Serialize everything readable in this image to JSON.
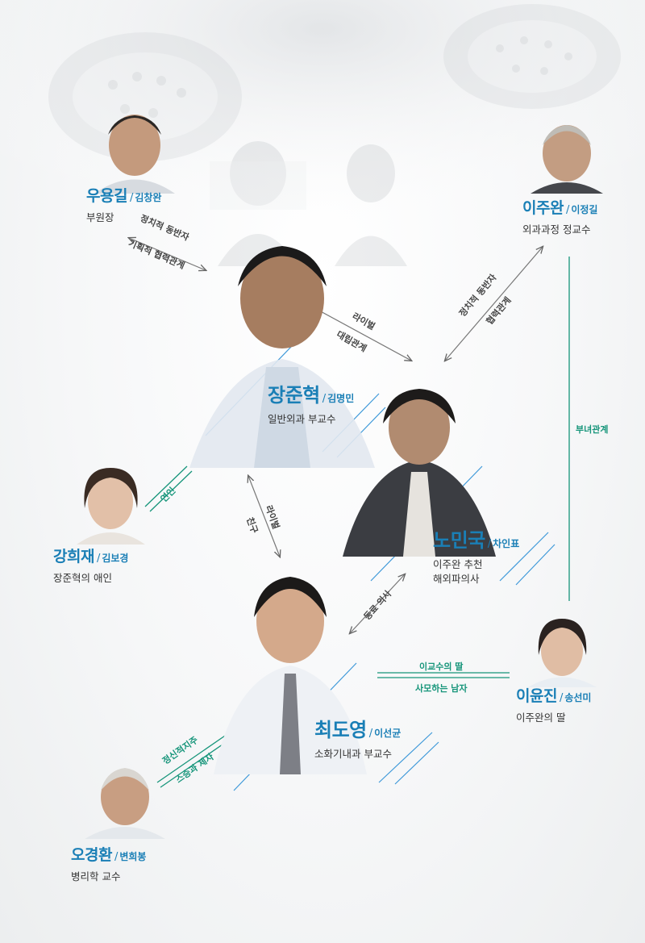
{
  "characters": [
    {
      "id": "woo",
      "name": "우용길",
      "actor": "김창완",
      "role": "부원장"
    },
    {
      "id": "lee-juwan",
      "name": "이주완",
      "actor": "이정길",
      "role": "외과과정 정교수"
    },
    {
      "id": "jang",
      "name": "장준혁",
      "actor": "김명민",
      "role": "일반외과 부교수"
    },
    {
      "id": "no",
      "name": "노민국",
      "actor": "차인표",
      "role": "이주완 추천\n해외파의사"
    },
    {
      "id": "kang",
      "name": "강희재",
      "actor": "김보경",
      "role": "장준혁의 애인"
    },
    {
      "id": "choi",
      "name": "최도영",
      "actor": "이선균",
      "role": "소화기내과 부교수"
    },
    {
      "id": "lee-yoonjin",
      "name": "이윤진",
      "actor": "송선미",
      "role": "이주완의 딸"
    },
    {
      "id": "oh",
      "name": "오경환",
      "actor": "변희봉",
      "role": "병리학 교수"
    }
  ],
  "relations": {
    "woo_jang_1": "정치적 동반자",
    "woo_jang_2": "기획적 협력관계",
    "jang_no_1": "라이벌",
    "jang_no_2": "대립관계",
    "no_lee_1": "정치적 동반자",
    "no_lee_2": "협력관계",
    "lee_yoonjin": "부녀관계",
    "jang_kang": "연인",
    "jang_choi_1": "라이벌",
    "jang_choi_2": "친구",
    "no_choi": "동료 의사",
    "choi_yoonjin_1": "이교수의 딸",
    "choi_yoonjin_2": "사모하는 남자",
    "oh_choi_1": "정신적지주",
    "oh_choi_2": "스승과 제자"
  },
  "colors": {
    "accent": "#1a7fb6",
    "relation_green": "#16957a",
    "arrow": "#666666"
  }
}
